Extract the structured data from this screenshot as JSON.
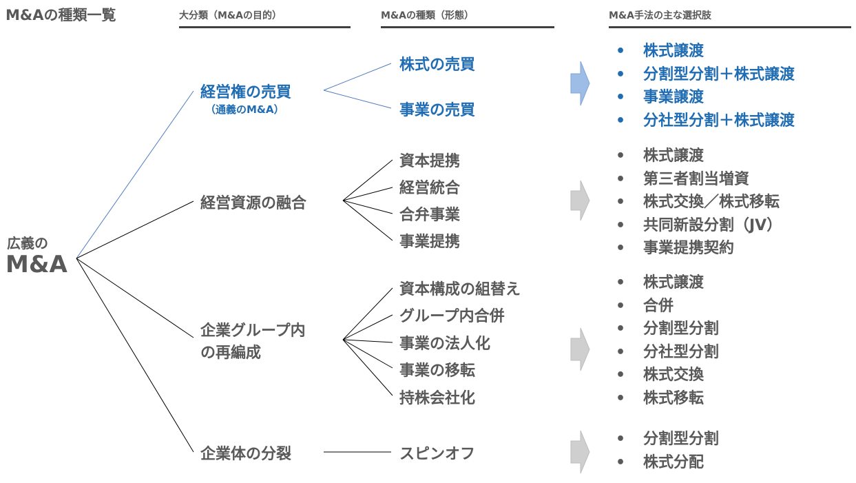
{
  "title": "M&Aの種類一覧",
  "columns": {
    "purpose": "大分類（M&Aの目的）",
    "form": "M&Aの種類（形態）",
    "methods": "M&A手法の主な選択肢"
  },
  "root": {
    "line1": "広義の",
    "line2": "M&A"
  },
  "colors": {
    "accent_blue": "#1f6cb3",
    "text_gray": "#595959",
    "arrow_blue": "#9dbde6",
    "arrow_gray": "#cfcfcf"
  },
  "groups": [
    {
      "category": "経営権の売買",
      "category_sub": "（通義のM&A）",
      "highlight": true,
      "forms": [
        "株式の売買",
        "事業の売買"
      ],
      "arrow_icon": "right-arrow-blue",
      "methods": [
        "株式譲渡",
        "分割型分割＋株式譲渡",
        "事業譲渡",
        "分社型分割＋株式譲渡"
      ]
    },
    {
      "category": "経営資源の融合",
      "highlight": false,
      "forms": [
        "資本提携",
        "経営統合",
        "合弁事業",
        "事業提携"
      ],
      "arrow_icon": "right-arrow-gray",
      "methods": [
        "株式譲渡",
        "第三者割当増資",
        "株式交換／株式移転",
        "共同新設分割（JV）",
        "事業提携契約"
      ]
    },
    {
      "category_line1": "企業グループ内",
      "category_line2": "の再編成",
      "highlight": false,
      "forms": [
        "資本構成の組替え",
        "グループ内合併",
        "事業の法人化",
        "事業の移転",
        "持株会社化"
      ],
      "arrow_icon": "right-arrow-gray",
      "methods": [
        "株式譲渡",
        "合併",
        "分割型分割",
        "分社型分割",
        "株式交換",
        "株式移転"
      ]
    },
    {
      "category": "企業体の分裂",
      "highlight": false,
      "forms": [
        "スピンオフ"
      ],
      "arrow_icon": "right-arrow-gray",
      "methods": [
        "分割型分割",
        "株式分配"
      ]
    }
  ],
  "bullet_char": "•"
}
